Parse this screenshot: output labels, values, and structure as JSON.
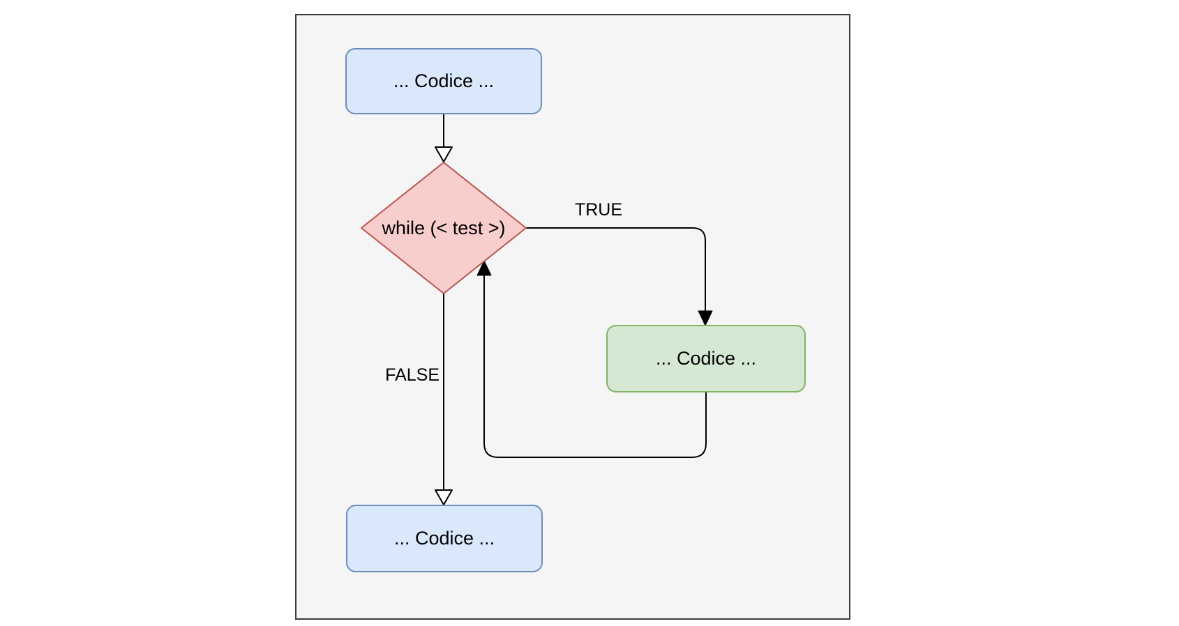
{
  "diagram": {
    "type": "flowchart-while-loop",
    "frame": {
      "outer_background": "#ffffff",
      "background": "#f5f5f5",
      "border_color": "#3c3c3c"
    },
    "nodes": {
      "code_top": {
        "label": "... Codice ...",
        "shape": "rounded-rect",
        "fill": "#dae8fc",
        "stroke": "#6c8ebf"
      },
      "while_condition": {
        "label": "while (< test >)",
        "shape": "diamond",
        "fill": "#f8cecc",
        "stroke": "#b85450"
      },
      "code_loop_body": {
        "label": "... Codice ...",
        "shape": "rounded-rect",
        "fill": "#d5e8d4",
        "stroke": "#82b366"
      },
      "code_bottom": {
        "label": "... Codice ...",
        "shape": "rounded-rect",
        "fill": "#dae8fc",
        "stroke": "#6c8ebf"
      }
    },
    "edges": {
      "line_color": "#000000",
      "arrowhead_hollow_fill": "#ffffff",
      "true_branch_label": "TRUE",
      "false_branch_label": "FALSE"
    },
    "text_color": "#000000"
  }
}
